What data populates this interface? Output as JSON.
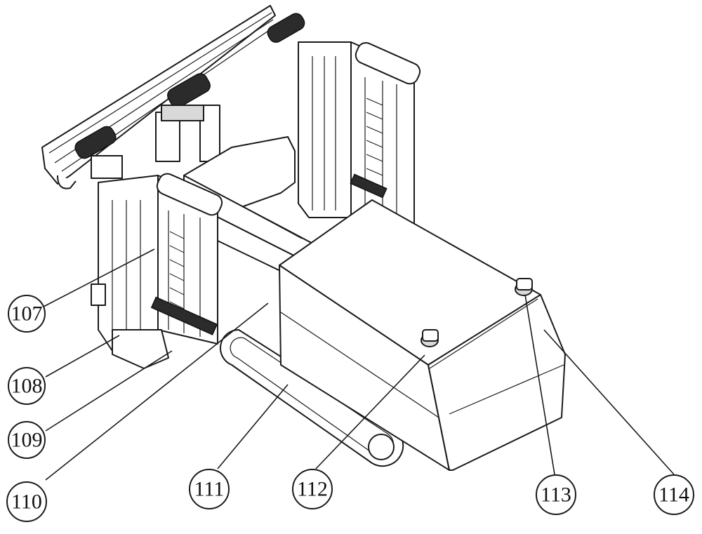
{
  "callouts": [
    {
      "id": "107",
      "label": "107"
    },
    {
      "id": "108",
      "label": "108"
    },
    {
      "id": "109",
      "label": "109"
    },
    {
      "id": "110",
      "label": "110"
    },
    {
      "id": "111",
      "label": "111"
    },
    {
      "id": "112",
      "label": "112"
    },
    {
      "id": "113",
      "label": "113"
    },
    {
      "id": "114",
      "label": "114"
    }
  ]
}
